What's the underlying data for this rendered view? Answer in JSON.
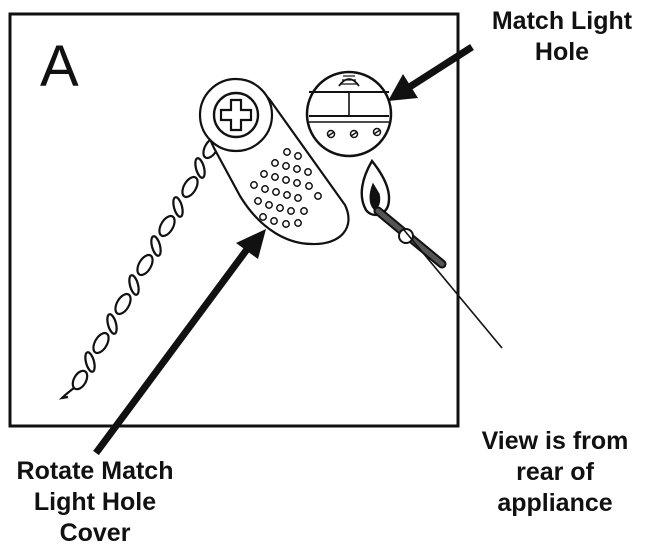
{
  "panel": {
    "letter": "A"
  },
  "labels": {
    "match_light_hole": [
      "Match Light",
      "Hole"
    ],
    "rotate_cover": [
      "Rotate Match",
      "Light Hole",
      "Cover"
    ],
    "view_note": [
      "View is from",
      "rear of",
      "appliance"
    ]
  },
  "icons": [
    "screw-icon",
    "chain-icon",
    "lit-match-icon",
    "arrow-icon"
  ],
  "colors": {
    "ink": "#111111",
    "background": "#ffffff"
  }
}
